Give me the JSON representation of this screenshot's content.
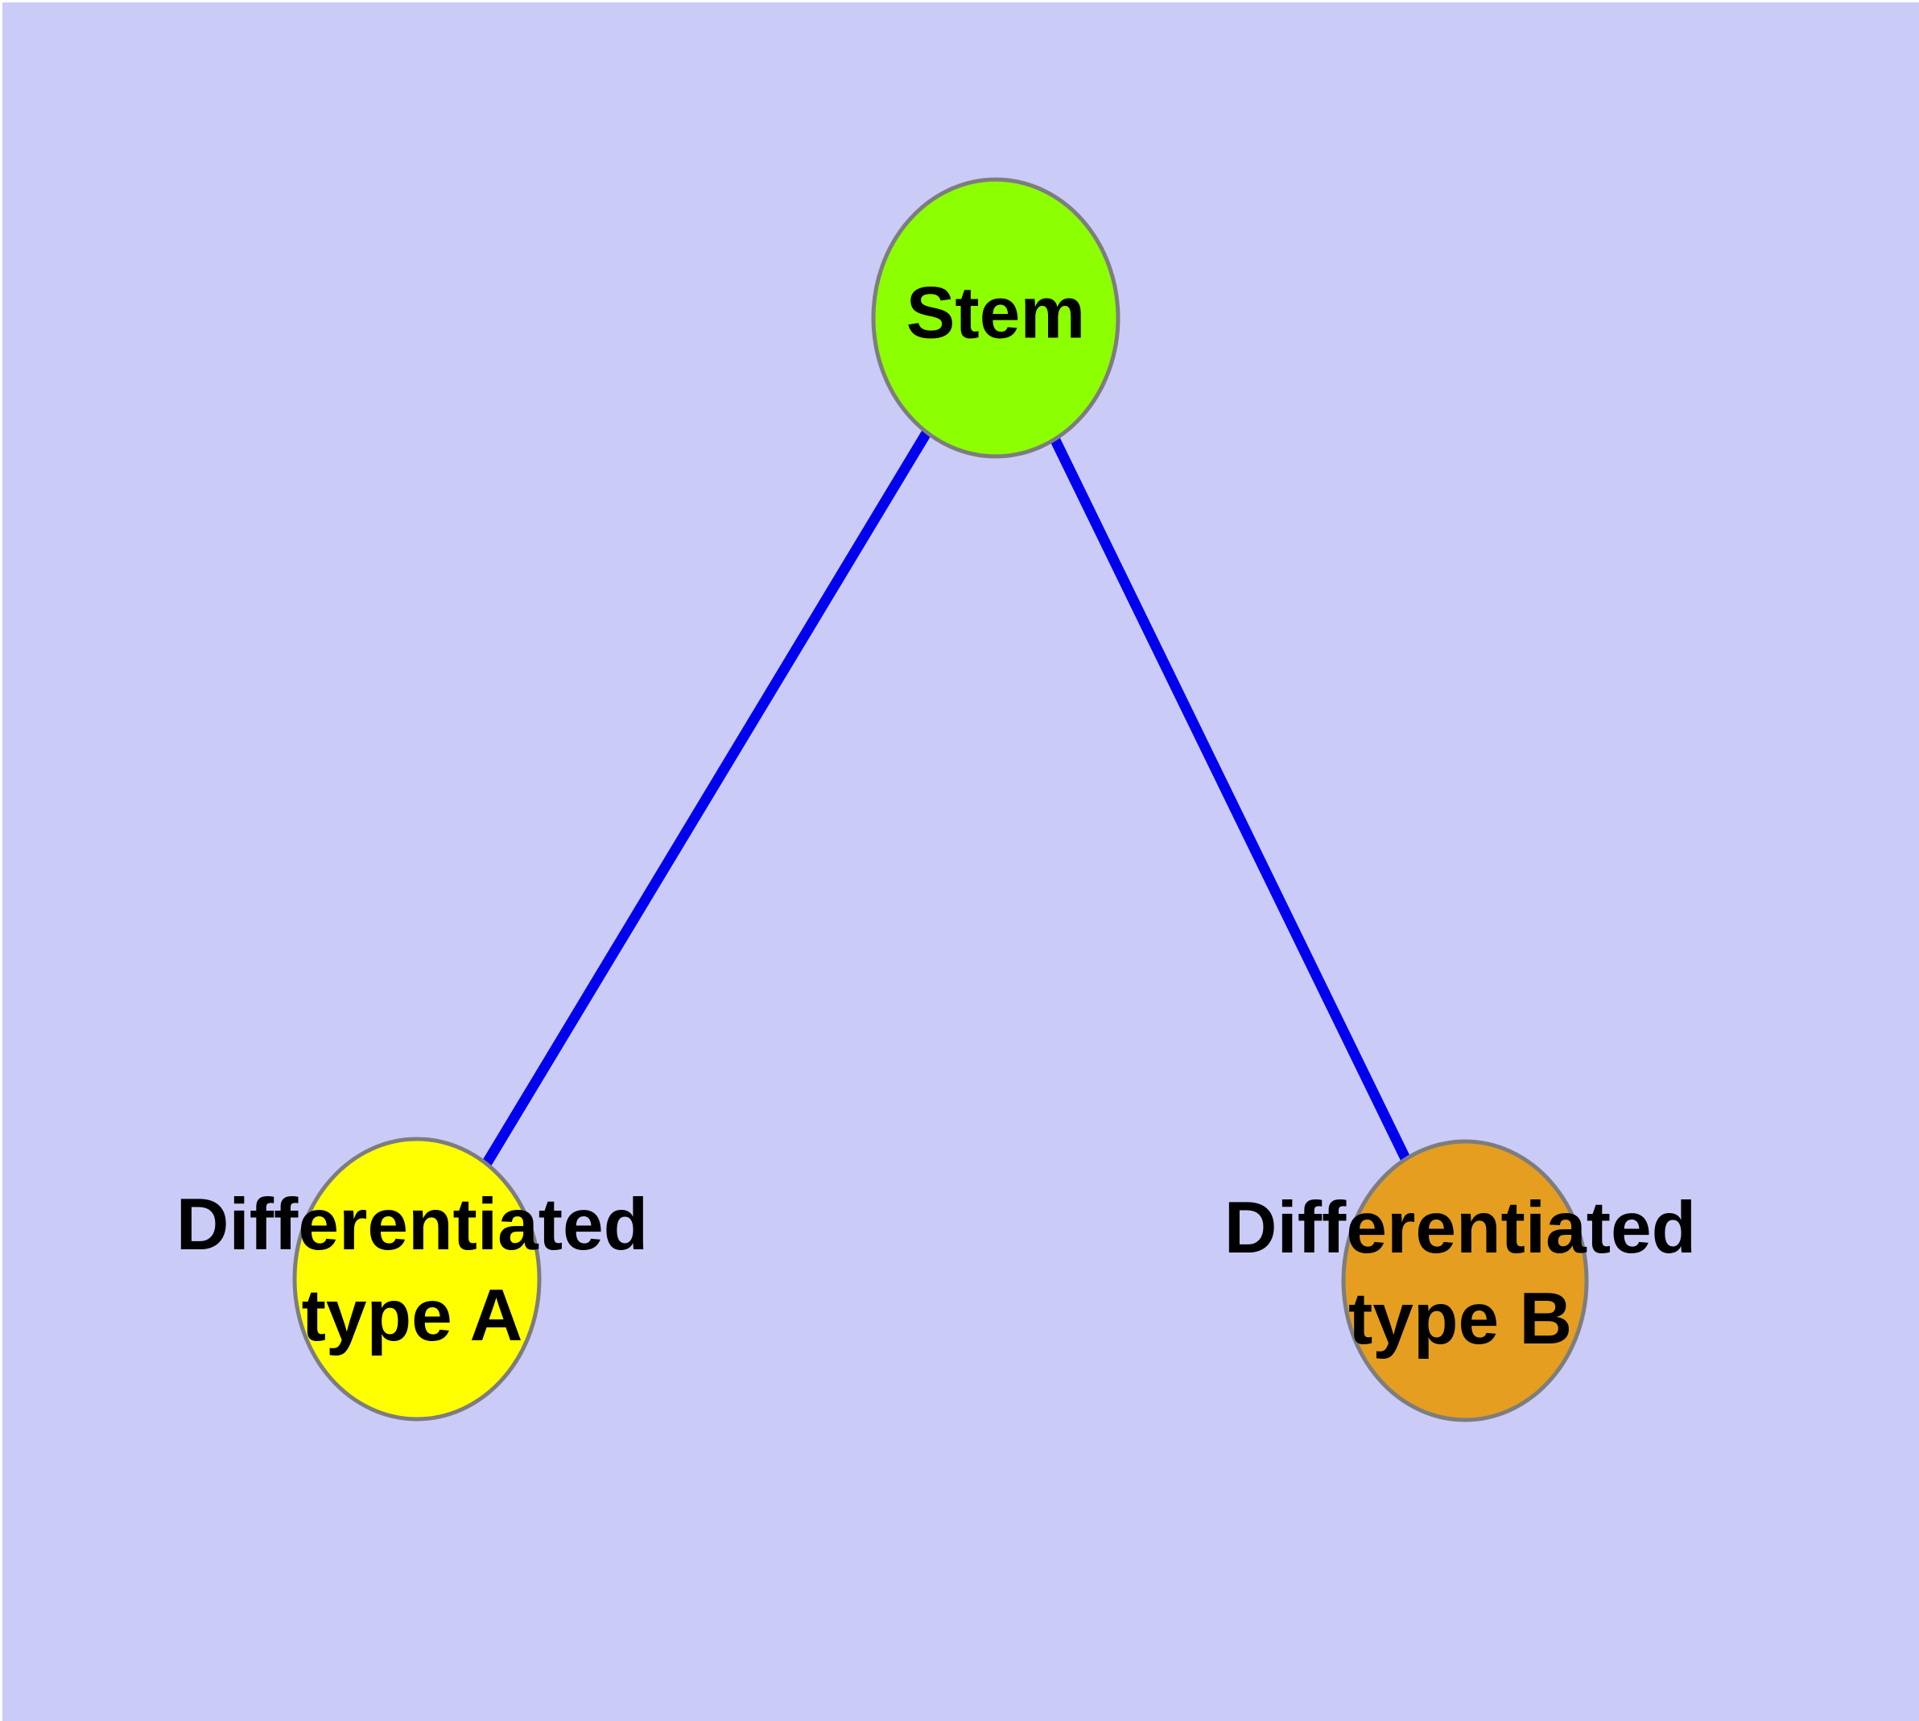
{
  "diagram": {
    "type": "node-link-graph",
    "description": "Stem cell differentiation tree: one stem node connected to two differentiated cell type nodes",
    "background_color": "#CBCBF8",
    "margin_color": "#FFFFFF",
    "edge_color": "#0000EE",
    "node_border_color": "#7D7D7D",
    "label_color": "#000000",
    "nodes": [
      {
        "id": "stem",
        "label": "Stem",
        "fill": "#8CFF00"
      },
      {
        "id": "diff_a",
        "label_line1": "Differentiated",
        "label_line2": "type A",
        "fill": "#FFFF00"
      },
      {
        "id": "diff_b",
        "label_line1": "Differentiated",
        "label_line2": "type B",
        "fill": "#E59E20"
      }
    ],
    "edges": [
      {
        "from": "Stem",
        "to": "Differentiated type A"
      },
      {
        "from": "Stem",
        "to": "Differentiated type B"
      }
    ]
  }
}
